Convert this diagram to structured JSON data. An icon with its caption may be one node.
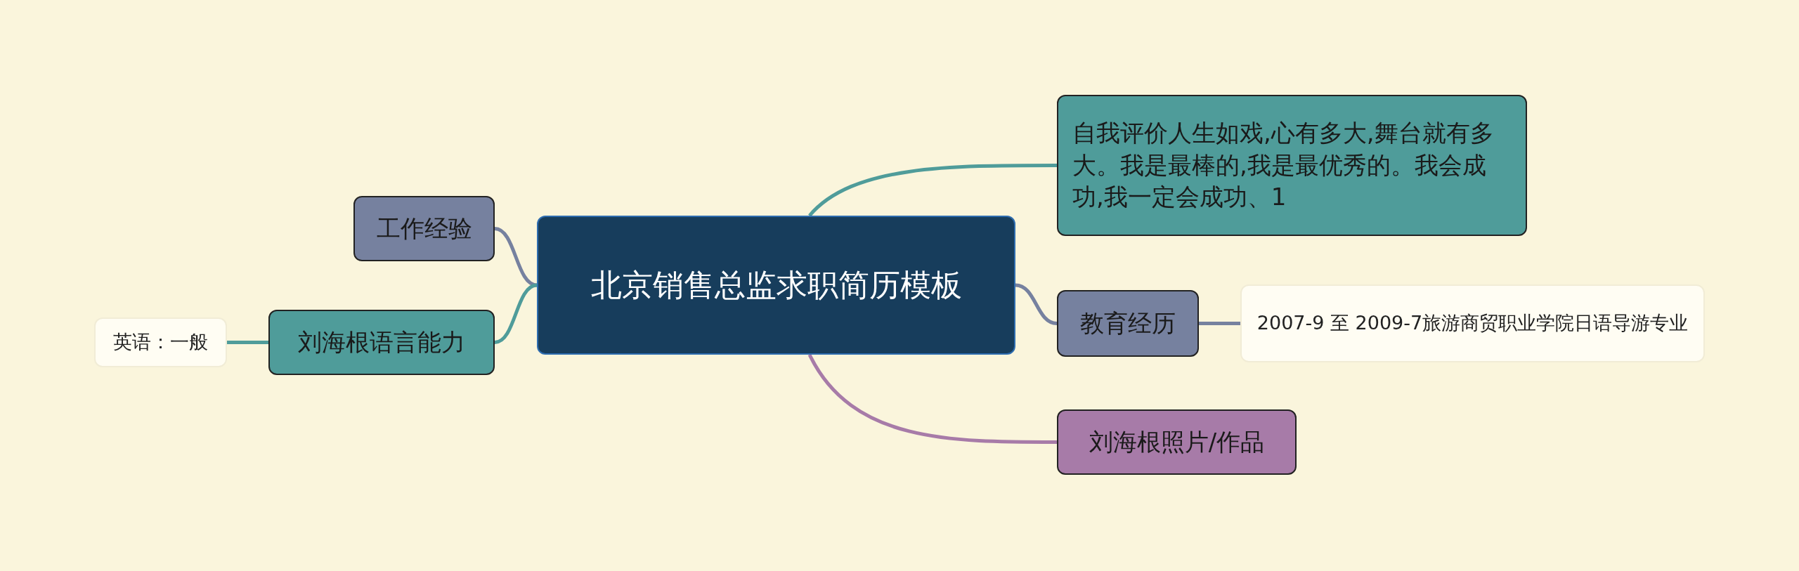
{
  "diagram": {
    "nodes": [
      {
        "text": [
          "北京销售总监求职简历模板"
        ]
      },
      {
        "text": [
          "自我评价人生如戏,心有多大,舞台就有多大。我是最棒的,我是最优秀的。我会成功,我一定会成功、1"
        ]
      },
      {
        "text": [
          "工作经验"
        ]
      },
      {
        "text": [
          "教育经历"
        ]
      },
      {
        "text": [
          "2007-9 至 2009-7旅游商贸职业学院日语导游专业"
        ]
      },
      {
        "text": [
          "英语：一般"
        ]
      },
      {
        "text": [
          "刘海根语言能力"
        ]
      },
      {
        "text": [
          "刘海根照片/作品"
        ]
      }
    ],
    "edges": [
      {
        "from": 0,
        "to": 1,
        "arrow": "none",
        "color": "#4f9c9a"
      },
      {
        "from": 0,
        "to": 2,
        "arrow": "none",
        "color": "#76819f"
      },
      {
        "from": 0,
        "to": 3,
        "arrow": "none",
        "color": "#76819f"
      },
      {
        "from": 3,
        "to": 4,
        "arrow": "none",
        "color": "#76819f"
      },
      {
        "from": 0,
        "to": 6,
        "arrow": "none",
        "color": "#4f9c9a"
      },
      {
        "from": 6,
        "to": 5,
        "arrow": "none",
        "color": "#4f9c9a"
      },
      {
        "from": 0,
        "to": 7,
        "arrow": "none",
        "color": "#a77ba8"
      }
    ]
  }
}
